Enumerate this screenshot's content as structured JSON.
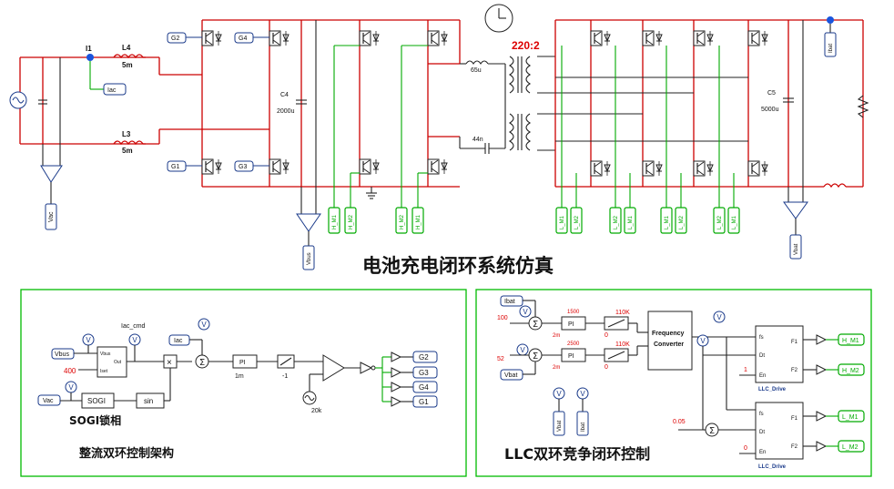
{
  "titles": {
    "main": "电池充电闭环系统仿真",
    "rectifier": "整流双环控制架构",
    "sogi": "SOGI锁相",
    "llc": "LLC双环竞争闭环控制"
  },
  "power_stage": {
    "ac_source_meter": "Vac",
    "current_probe": "I1",
    "current_label": "Iac",
    "inductor_top": {
      "name": "L4",
      "value": "5m"
    },
    "inductor_bottom": {
      "name": "L3",
      "value": "5m"
    },
    "rect_gates": [
      "G2",
      "G4",
      "G1",
      "G3"
    ],
    "dc_cap": {
      "name": "C4",
      "value": "2000u"
    },
    "dc_meter": "Vbus",
    "primary_gate_tags": [
      "H_M1",
      "H_M2",
      "H_M2",
      "H_M1"
    ],
    "res_inductor": "65u",
    "res_cap": "44n",
    "turns_ratio": "220:2",
    "secondary_gate_tags": [
      "L_M1",
      "L_M2",
      "L_M2",
      "L_M1",
      "L_M1",
      "L_M2",
      "L_M2",
      "L_M1"
    ],
    "out_cap": {
      "name": "C5",
      "value": "5000u"
    },
    "out_current_meter": "Ibat",
    "out_voltage_meter": "Vbat"
  },
  "rectifier_ctrl": {
    "in_vbus": "Vbus",
    "ref_400": "400",
    "block_pins": [
      "Vbus",
      "Out",
      "Iset"
    ],
    "iac_cmd": "Iac_cmd",
    "iac_in": "Iac",
    "pi_label": "PI",
    "pi_gain": "1m",
    "limiter_gain": "-1",
    "carrier": "20k",
    "gate_out": [
      "G2",
      "G3",
      "G4",
      "G1"
    ],
    "vac_in": "Vac",
    "sogi_block": "SOGI",
    "sin_block": "sin"
  },
  "llc_ctrl": {
    "in_ibat": "Ibat",
    "ref_100": "100",
    "in_vbat": "Vbat",
    "ref_52": "52",
    "pi_label": "PI",
    "pi1_params": [
      "1500",
      "2m"
    ],
    "pi2_params": [
      "2500",
      "2m"
    ],
    "lim_hi": "110K",
    "lim_lo": "0",
    "fc_block": [
      "Frequency",
      "Converter"
    ],
    "drive_pins_in": [
      "fs",
      "Dt",
      "En"
    ],
    "drive_pins_out": [
      "F1",
      "F2"
    ],
    "drive_name": "LLC_Drive",
    "drive1_en": "1",
    "drive2_en": "0",
    "dt_ref": "0.05",
    "outputs": [
      "H_M1",
      "H_M2",
      "L_M1",
      "L_M2"
    ],
    "meters": [
      "Vbat",
      "Ibat"
    ]
  },
  "colors": {
    "power_wire": "#cc0000",
    "signal_wire": "#00aa00",
    "control_wire": "#222222",
    "accent_ratio": "#dd0000"
  }
}
